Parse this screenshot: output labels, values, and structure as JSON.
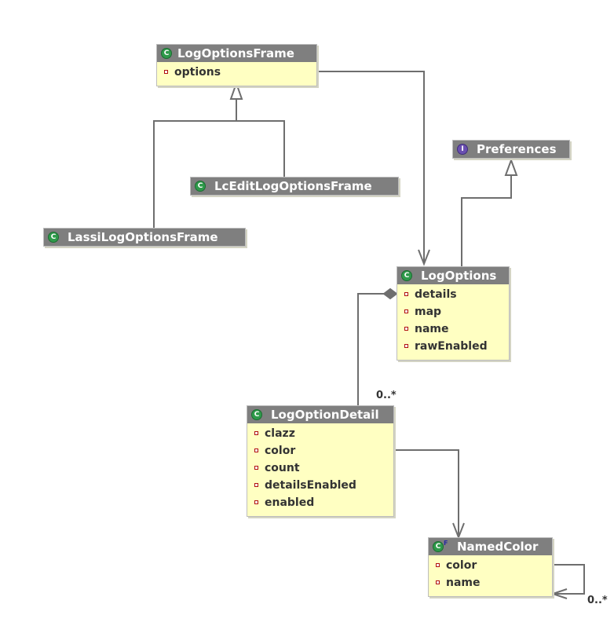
{
  "classes": {
    "log_options_frame": {
      "name": "LogOptionsFrame",
      "kind": "class",
      "fields": [
        "options"
      ]
    },
    "preferences": {
      "name": "Preferences",
      "kind": "interface",
      "fields": []
    },
    "lc_edit_log_options_frame": {
      "name": "LcEditLogOptionsFrame",
      "kind": "class",
      "fields": []
    },
    "lassi_log_options_frame": {
      "name": "LassiLogOptionsFrame",
      "kind": "class",
      "fields": []
    },
    "log_options": {
      "name": "LogOptions",
      "kind": "class",
      "fields": [
        "details",
        "map",
        "name",
        "rawEnabled"
      ]
    },
    "log_option_detail": {
      "name": "LogOptionDetail",
      "kind": "class",
      "fields": [
        "clazz",
        "color",
        "count",
        "detailsEnabled",
        "enabled"
      ]
    },
    "named_color": {
      "name": "NamedColor",
      "kind": "final-class",
      "fields": [
        "color",
        "name"
      ]
    }
  },
  "icons": {
    "class": "C",
    "interface": "I",
    "final_mark": "F"
  },
  "multiplicities": {
    "details": "0..*",
    "self_ref": "0..*"
  },
  "colors": {
    "header": "#7f7f7f",
    "body": "#ffffc2",
    "line": "#6e6e6e"
  }
}
